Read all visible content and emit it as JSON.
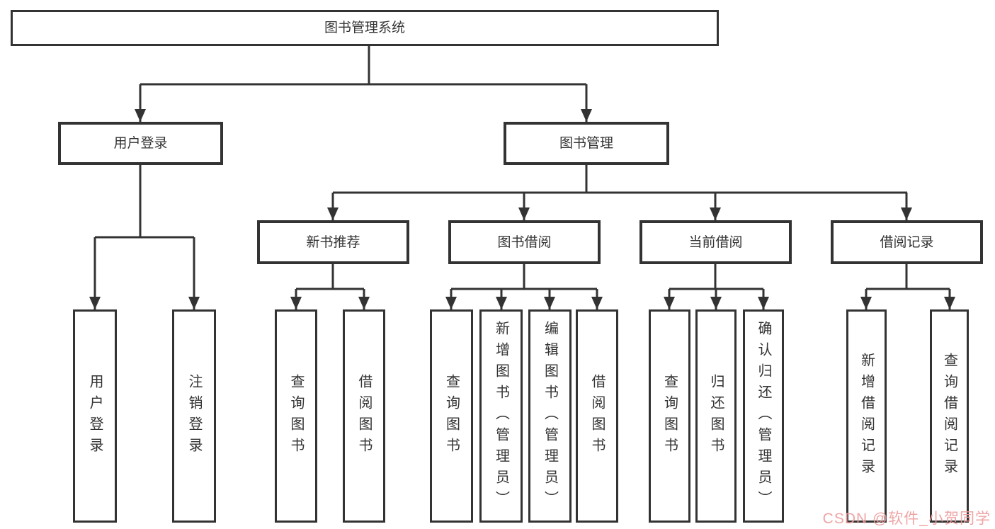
{
  "tree": {
    "root": {
      "label": "图书管理系统"
    },
    "children": [
      {
        "label": "用户登录",
        "children": [
          {
            "label": "用户登录"
          },
          {
            "label": "注销登录"
          }
        ]
      },
      {
        "label": "图书管理",
        "children": [
          {
            "label": "新书推荐",
            "children": [
              {
                "label": "查询图书"
              },
              {
                "label": "借阅图书"
              }
            ]
          },
          {
            "label": "图书借阅",
            "children": [
              {
                "label": "查询图书"
              },
              {
                "label": "新增图书（管理员）"
              },
              {
                "label": "编辑图书（管理员）"
              },
              {
                "label": "借阅图书"
              }
            ]
          },
          {
            "label": "当前借阅",
            "children": [
              {
                "label": "查询图书"
              },
              {
                "label": "归还图书"
              },
              {
                "label": "确认归还（管理员）"
              }
            ]
          },
          {
            "label": "借阅记录",
            "children": [
              {
                "label": "新增借阅记录"
              },
              {
                "label": "查询借阅记录"
              }
            ]
          }
        ]
      }
    ]
  },
  "watermark": "CSDN @软件_小贺同学",
  "colors": {
    "line": "#333333",
    "border": "#333333",
    "text": "#333333",
    "background": "#ffffff",
    "watermark_text": "#ee9c9c"
  }
}
